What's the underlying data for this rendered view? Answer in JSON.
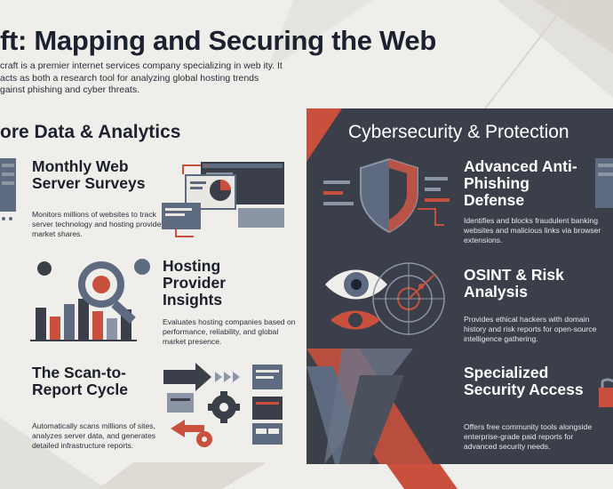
{
  "header": {
    "title": "ft: Mapping and Securing the Web",
    "intro": "craft is a premier internet services company specializing in web ity. It acts as both a research tool for analyzing global hosting trends gainst phishing and cyber threats."
  },
  "left_section": {
    "heading": "ore Data & Analytics",
    "items": [
      {
        "title": "Monthly Web Server Surveys",
        "description": "Monitors millions of websites to track server technology and hosting provider market shares."
      },
      {
        "title": "Hosting Provider Insights",
        "description": "Evaluates hosting companies based on performance, reliability, and global market presence."
      },
      {
        "title": "The Scan-to-Report Cycle",
        "description": "Automatically scans millions of sites, analyzes server data, and generates detailed infrastructure reports."
      }
    ]
  },
  "right_section": {
    "heading": "Cybersecurity & Protection",
    "items": [
      {
        "title": "Advanced Anti-Phishing Defense",
        "description": "Identifies and blocks fraudulent banking websites and malicious links via browser extensions."
      },
      {
        "title": "OSINT & Risk Analysis",
        "description": "Provides ethical hackers with domain history and risk reports for open-source intelligence gathering."
      },
      {
        "title": "Specialized Security Access",
        "description": "Offers free community tools alongside enterprise-grade paid reports for advanced security needs."
      }
    ]
  },
  "colors": {
    "background": "#efeeea",
    "panel": "#3b3f49",
    "accent_red": "#c8503d",
    "slate": "#5d6a80",
    "ink": "#1e2230"
  }
}
